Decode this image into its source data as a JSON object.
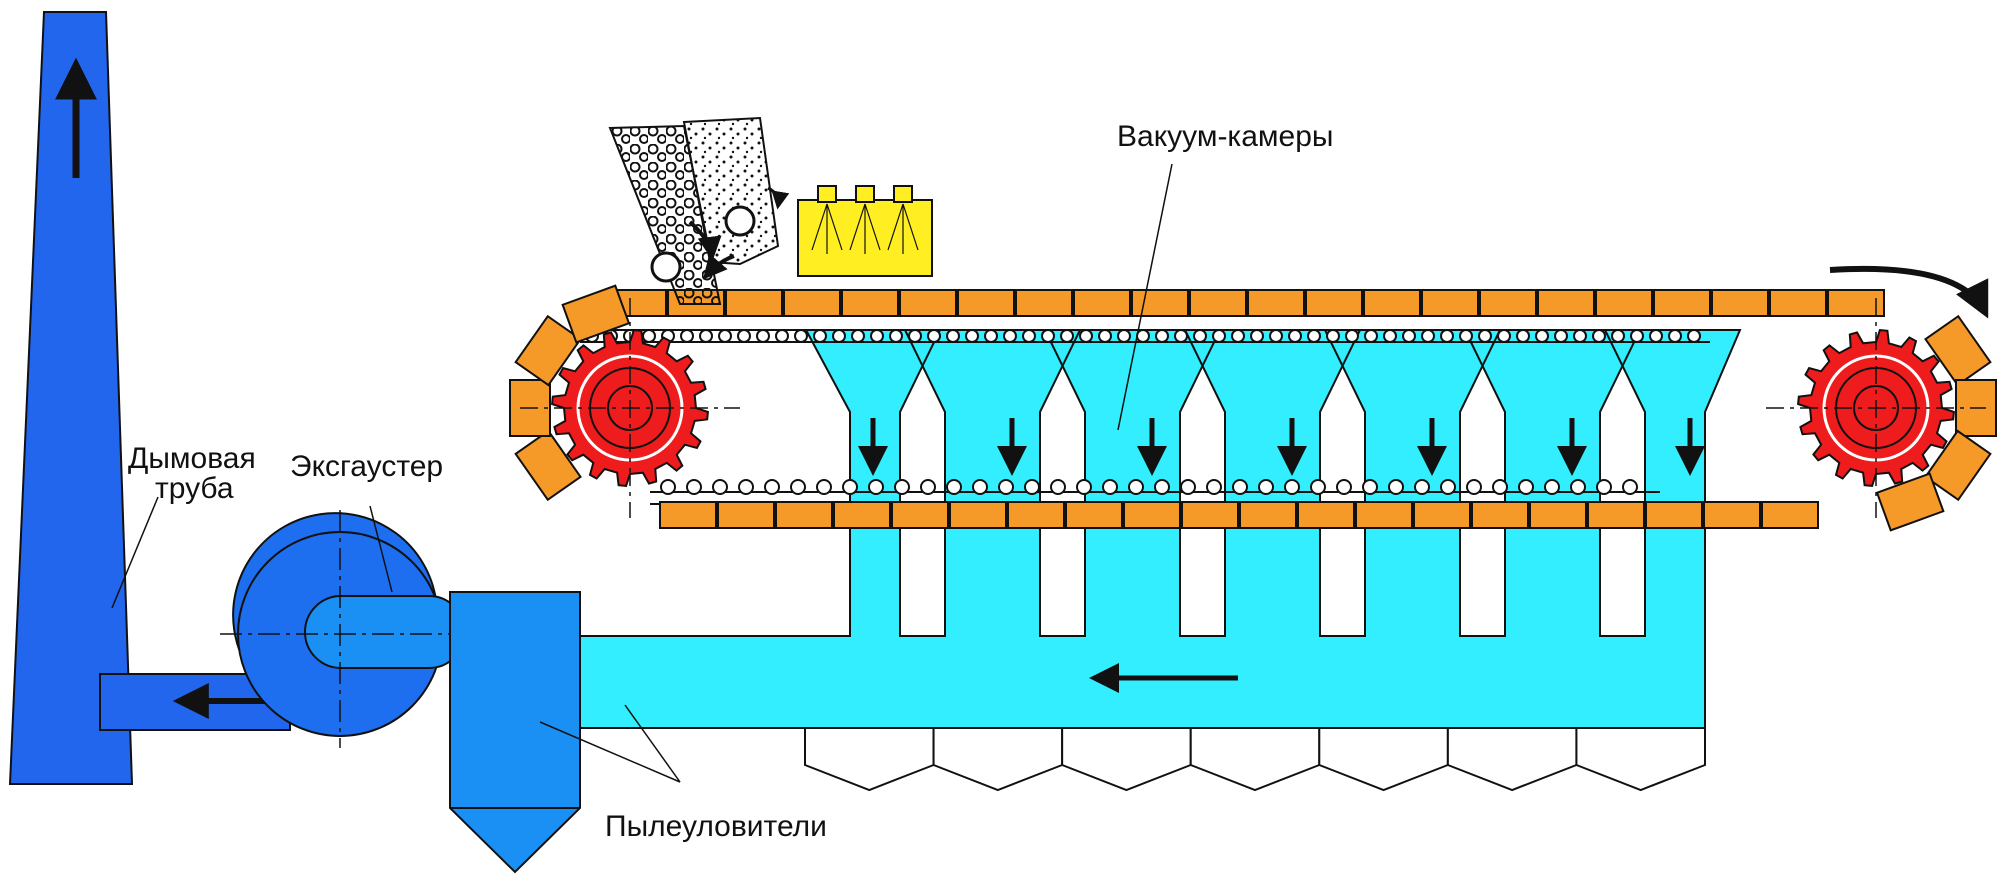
{
  "labels": {
    "chimney": [
      "Дымовая",
      "труба"
    ],
    "exhauster": "Эксгаустер",
    "vacuum_chambers": "Вакуум-камеры",
    "dust_collectors": "Пылеуловители"
  },
  "counts": {
    "vacuum_chambers": 7,
    "hoppers": 7
  },
  "colors": {
    "chimney": "#2266ee",
    "exhauster": "#1e6ff0",
    "dust_collector": "#1a90f5",
    "duct": "#33eeff",
    "pallet": "#f59a28",
    "sprocket": "#ee1c1c",
    "ignition_hood": "#ffee22",
    "line": "#111111"
  },
  "icons": [
    "flow-arrow-icon",
    "sprocket-icon",
    "ignition-burner-icon",
    "material-hopper-icon"
  ]
}
